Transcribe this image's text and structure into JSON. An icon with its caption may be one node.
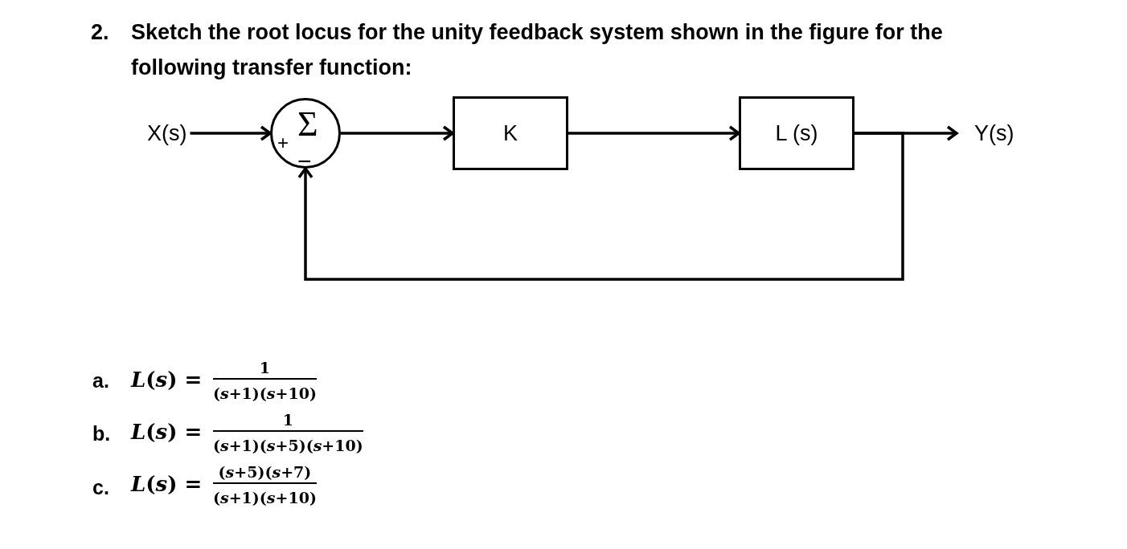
{
  "diagram": {
    "title": "Sketch the root locus for the unity feedback system shown in the figure for the following transfer function:",
    "nodes": [
      {
        "text": [
          "X(s)"
        ]
      },
      {
        "text": [
          "Σ",
          "+",
          "−"
        ]
      },
      {
        "text": [
          "K"
        ]
      },
      {
        "text": [
          "L (s)"
        ]
      },
      {
        "text": [
          "Y(s)"
        ]
      }
    ],
    "edges": [
      {
        "from": 0,
        "to": 1,
        "arrow": "to"
      },
      {
        "from": 1,
        "to": 2,
        "arrow": "to"
      },
      {
        "from": 2,
        "to": 3,
        "arrow": "to"
      },
      {
        "from": 3,
        "to": 4,
        "arrow": "to"
      },
      {
        "from": 3,
        "to": 1,
        "arrow": "to"
      }
    ],
    "labels": [
      "2.",
      "a.",
      "*L*(*s*) =",
      "1",
      "(*s*+1)(*s*+10)",
      "b.",
      "*L*(*s*) =",
      "1",
      "(*s*+1)(*s*+5)(*s*+10)",
      "c.",
      "*L*(*s*) =",
      "(*s*+5)(*s*+7)",
      "(*s*+1)(*s*+10)"
    ]
  }
}
